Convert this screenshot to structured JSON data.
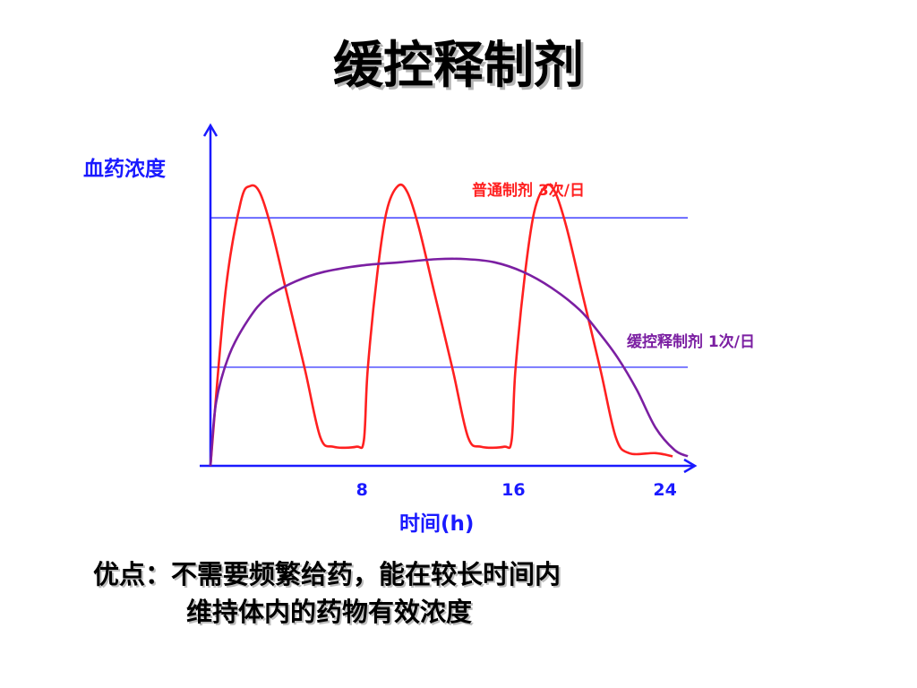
{
  "page": {
    "title": "缓控释制剂"
  },
  "chart_data": {
    "type": "line",
    "ylabel": "血药浓度",
    "xlabel": "时间(h)",
    "x_ticks": [
      8,
      16,
      24
    ],
    "xlim": [
      0,
      25.2
    ],
    "ylim": [
      0,
      1
    ],
    "reference_lines": [
      {
        "name": "upper",
        "y": 0.78
      },
      {
        "name": "lower",
        "y": 0.31
      }
    ],
    "series": [
      {
        "name": "普通制剂  3次/日",
        "color": "#ff2020",
        "points": [
          [
            0,
            0
          ],
          [
            0.8,
            0.55
          ],
          [
            1.6,
            0.83
          ],
          [
            2.1,
            0.88
          ],
          [
            2.6,
            0.86
          ],
          [
            3.2,
            0.75
          ],
          [
            4.0,
            0.55
          ],
          [
            5.0,
            0.3
          ],
          [
            5.8,
            0.09
          ],
          [
            6.5,
            0.06
          ],
          [
            7.7,
            0.06
          ],
          [
            8.1,
            0.08
          ],
          [
            8.3,
            0.3
          ],
          [
            8.8,
            0.6
          ],
          [
            9.3,
            0.8
          ],
          [
            9.9,
            0.88
          ],
          [
            10.4,
            0.86
          ],
          [
            11.0,
            0.75
          ],
          [
            11.8,
            0.55
          ],
          [
            12.8,
            0.3
          ],
          [
            13.6,
            0.09
          ],
          [
            14.3,
            0.06
          ],
          [
            15.5,
            0.06
          ],
          [
            15.9,
            0.08
          ],
          [
            16.1,
            0.3
          ],
          [
            16.6,
            0.6
          ],
          [
            17.1,
            0.8
          ],
          [
            17.7,
            0.88
          ],
          [
            18.2,
            0.86
          ],
          [
            18.8,
            0.75
          ],
          [
            19.6,
            0.55
          ],
          [
            20.6,
            0.3
          ],
          [
            21.4,
            0.09
          ],
          [
            22.1,
            0.04
          ],
          [
            23.5,
            0.04
          ],
          [
            24.4,
            0.03
          ]
        ]
      },
      {
        "name": "缓控释制剂  1次/日",
        "color": "#7b1fa2",
        "points": [
          [
            0,
            0
          ],
          [
            0.3,
            0.2
          ],
          [
            1.0,
            0.35
          ],
          [
            2.0,
            0.46
          ],
          [
            3.0,
            0.53
          ],
          [
            4.5,
            0.58
          ],
          [
            6.0,
            0.61
          ],
          [
            8.0,
            0.63
          ],
          [
            10.0,
            0.64
          ],
          [
            12.0,
            0.65
          ],
          [
            13.5,
            0.65
          ],
          [
            15.0,
            0.64
          ],
          [
            16.5,
            0.61
          ],
          [
            18.0,
            0.56
          ],
          [
            19.5,
            0.49
          ],
          [
            20.5,
            0.42
          ],
          [
            21.5,
            0.34
          ],
          [
            22.5,
            0.24
          ],
          [
            23.5,
            0.12
          ],
          [
            24.5,
            0.05
          ],
          [
            25.2,
            0.03
          ]
        ]
      }
    ]
  },
  "note": {
    "line1": "优点：不需要频繁给药，能在较长时间内",
    "line2": "维持体内的药物有效浓度"
  }
}
